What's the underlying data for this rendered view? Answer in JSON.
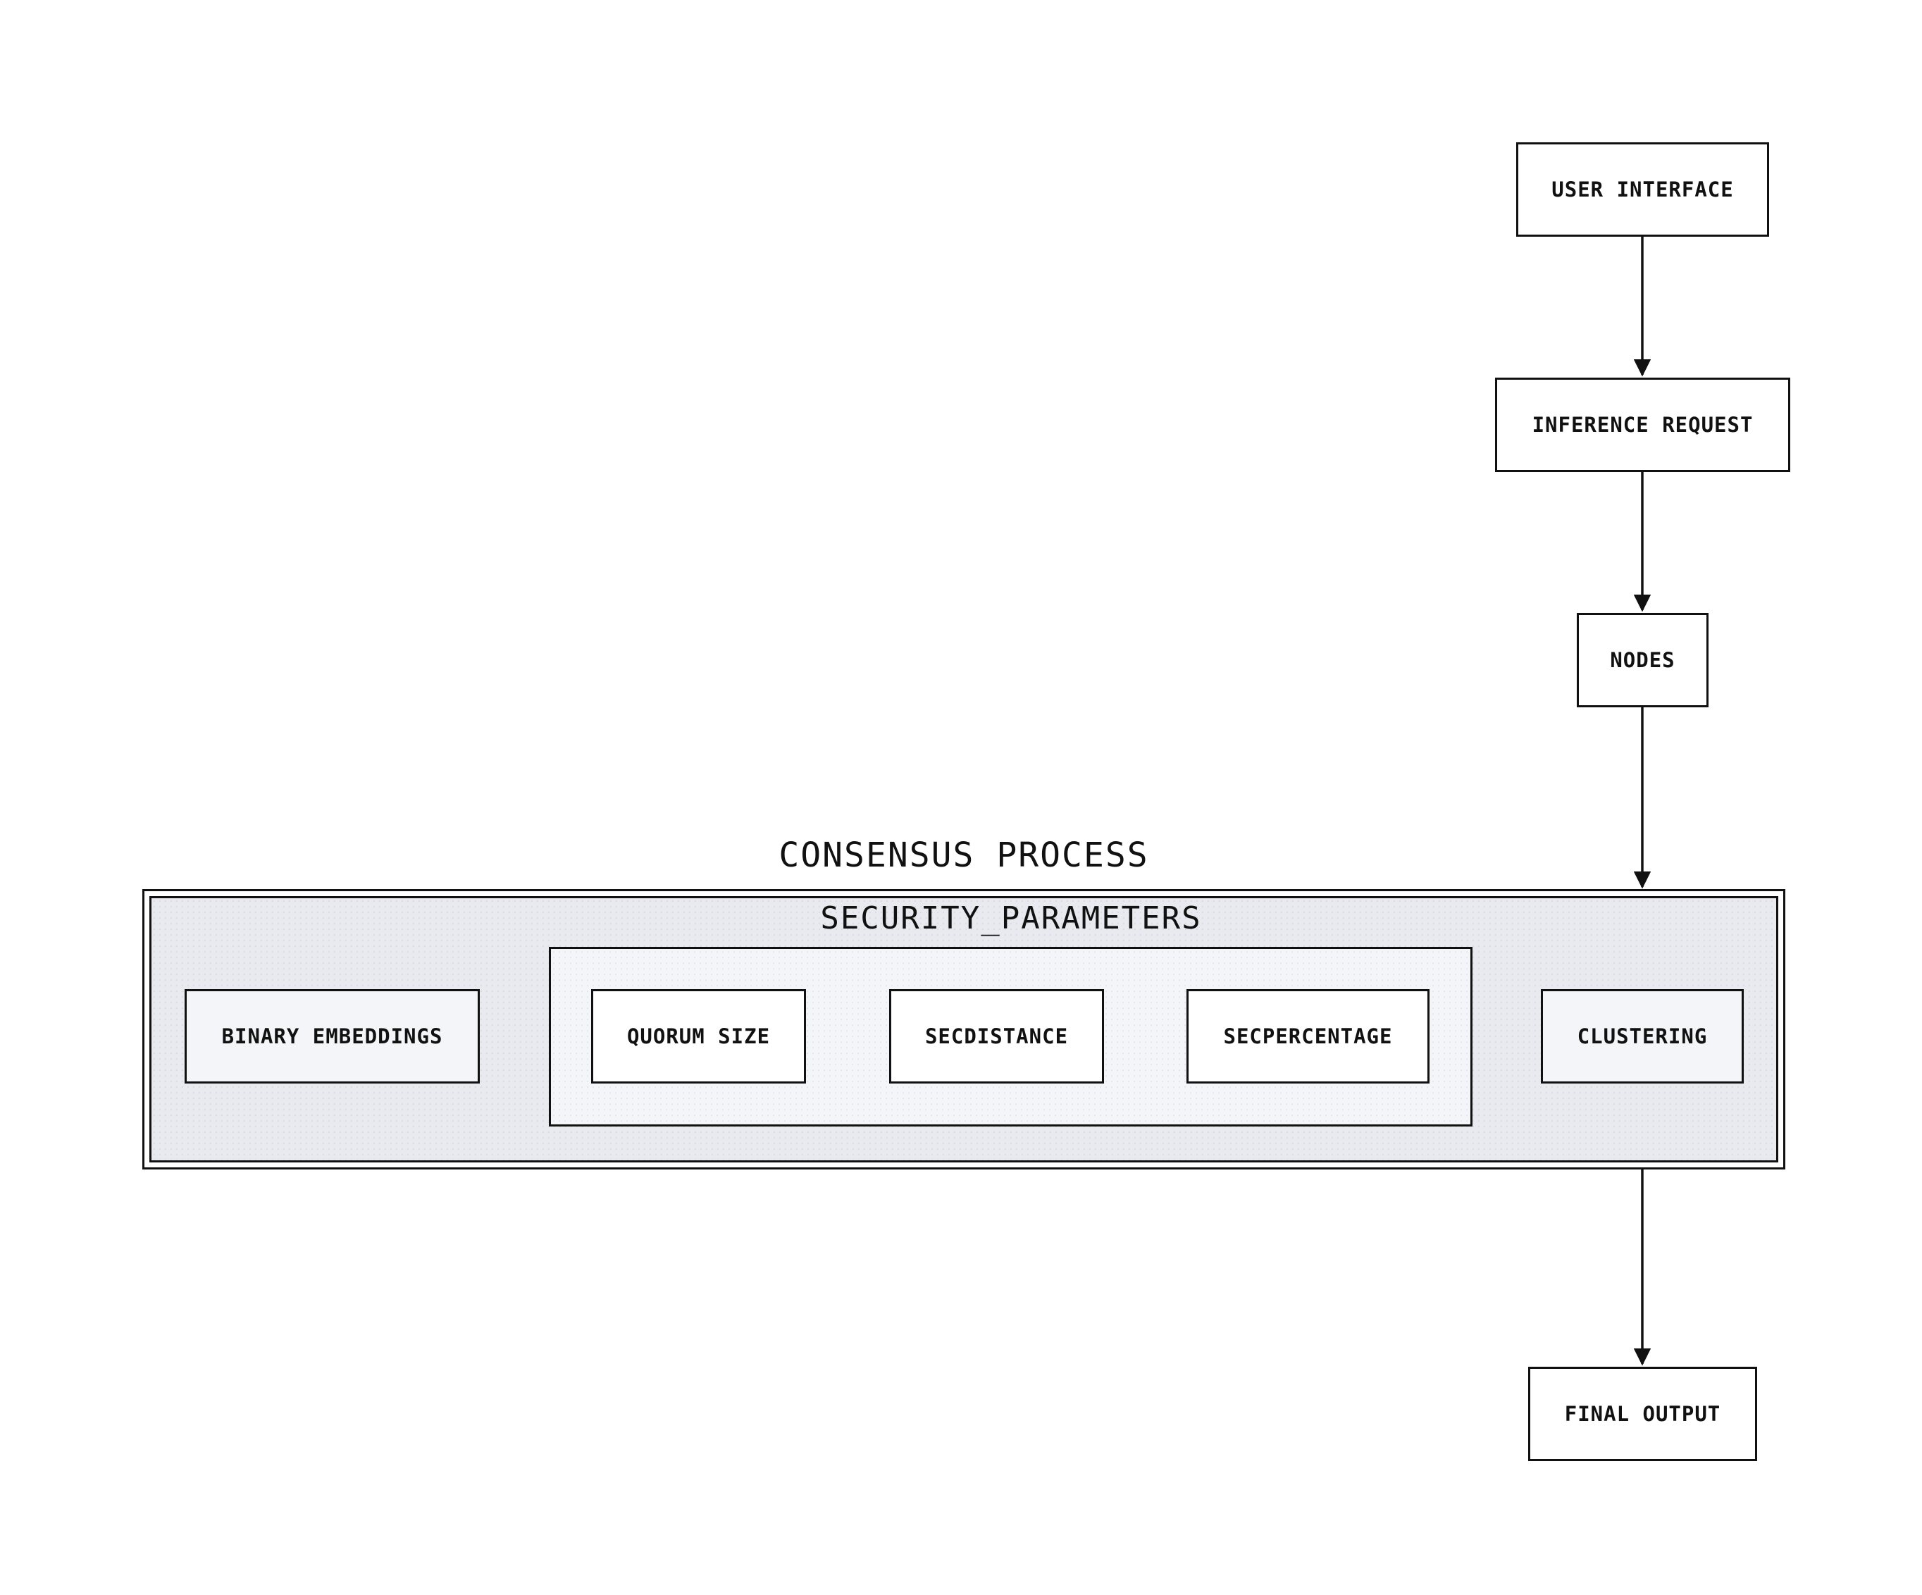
{
  "nodes": {
    "user_interface": "USER INTERFACE",
    "inference_request": "INFERENCE REQUEST",
    "nodes": "NODES",
    "binary_embeddings": "BINARY EMBEDDINGS",
    "quorum_size": "QUORUM SIZE",
    "secdistance": "SECDISTANCE",
    "secpercentage": "SECPERCENTAGE",
    "clustering": "CLUSTERING",
    "final_output": "FINAL OUTPUT"
  },
  "clusters": {
    "consensus_process": "CONSENSUS PROCESS",
    "security_parameters": "SECURITY_PARAMETERS"
  },
  "edges": [
    {
      "from": "USER INTERFACE",
      "to": "INFERENCE REQUEST"
    },
    {
      "from": "INFERENCE REQUEST",
      "to": "NODES"
    },
    {
      "from": "NODES",
      "to": "CONSENSUS PROCESS"
    },
    {
      "from": "CONSENSUS PROCESS",
      "to": "FINAL OUTPUT"
    }
  ],
  "colors": {
    "stroke": "#111111",
    "cluster_fill": "#e9eaef",
    "subcluster_fill": "#f4f5f9"
  }
}
